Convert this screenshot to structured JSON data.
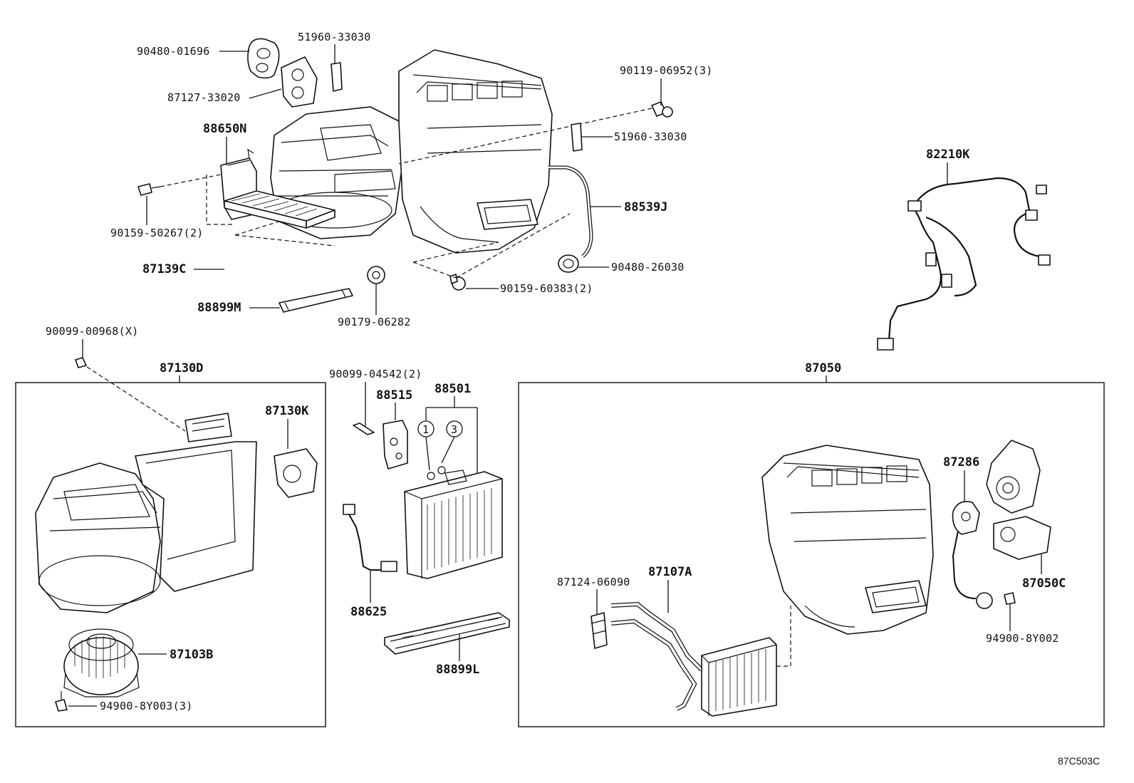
{
  "diagram_code": "87C503C",
  "labels": {
    "p90480_01696": "90480-01696",
    "p51960_33030_top": "51960-33030",
    "p87127_33020": "87127-33020",
    "p90119_06952": "90119-06952(3)",
    "p88650N": "88650N",
    "p51960_33030_right": "51960-33030",
    "p82210K": "82210K",
    "p88539J": "88539J",
    "p90159_50267": "90159-50267(2)",
    "p87139C": "87139C",
    "p90480_26030": "90480-26030",
    "p90159_60383": "90159-60383(2)",
    "p88899M": "88899M",
    "p90179_06282": "90179-06282",
    "p90099_00968": "90099-00968(X)",
    "p87130D": "87130D",
    "p87130K": "87130K",
    "p90099_04542": "90099-04542(2)",
    "p88515": "88515",
    "p88501": "88501",
    "p88625": "88625",
    "p88899L": "88899L",
    "p87103B": "87103B",
    "p94900_8Y003": "94900-8Y003(3)",
    "p87050": "87050",
    "p87286": "87286",
    "p87050C": "87050C",
    "p87124_06090": "87124-06090",
    "p87107A": "87107A",
    "p94900_8Y002": "94900-8Y002",
    "circle_1": "1",
    "circle_3": "3"
  }
}
